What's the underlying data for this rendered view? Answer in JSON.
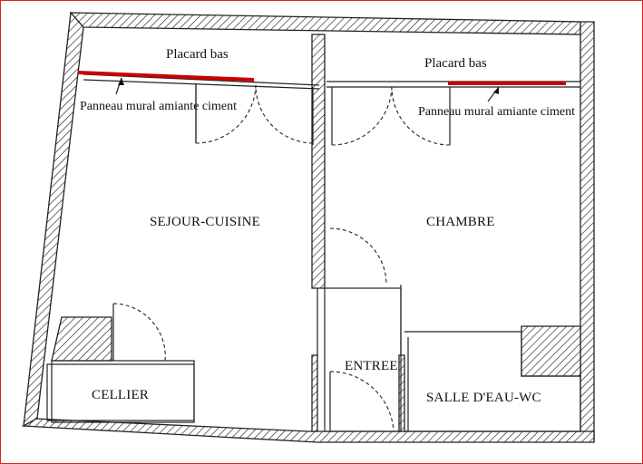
{
  "rooms": {
    "sejour": "SEJOUR-CUISINE",
    "chambre": "CHAMBRE",
    "cellier": "CELLIER",
    "entree": "ENTREE",
    "salle_eau": "SALLE D'EAU-WC"
  },
  "placards": {
    "left": "Placard bas",
    "right": "Placard bas"
  },
  "annotations": {
    "left": "Panneau mural amiante ciment",
    "right": "Panneau mural amiante ciment"
  },
  "colors": {
    "frame": "#e02020",
    "amiante_panel": "#cc0000",
    "wall_line": "#222222"
  }
}
